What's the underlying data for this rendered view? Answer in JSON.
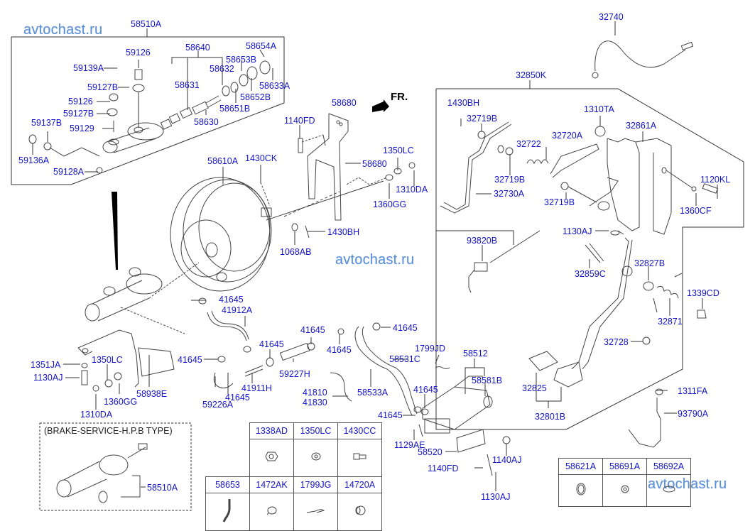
{
  "watermarks": [
    "avtochast.ru",
    "avtochast.ru",
    "avtochast.ru"
  ],
  "direction_label": "FR.",
  "master_cylinder_group": {
    "assembly": "58510A",
    "labels": [
      "59126",
      "59139A",
      "59127B",
      "59126",
      "59127B",
      "59137B",
      "59129",
      "59136A",
      "59128A",
      "58640",
      "58631",
      "58632",
      "58630",
      "58653B",
      "58654A",
      "58633A",
      "58652B",
      "58651B"
    ]
  },
  "booster_group": {
    "labels": [
      "58610A",
      "1430CK",
      "1068AB",
      "1430BH",
      "1140FD",
      "58680",
      "58680",
      "1350LC",
      "1310DA",
      "1360GG"
    ]
  },
  "pedal_group": {
    "assembly": "32850K",
    "cable": "32740",
    "labels": [
      "1430BH",
      "32719B",
      "32719B",
      "32730A",
      "32722",
      "32720A",
      "32719B",
      "1310TA",
      "32861A",
      "1120KL",
      "1360CF",
      "1130AJ",
      "32859C",
      "32827B",
      "32871",
      "1339CD",
      "32728",
      "32825",
      "32801B"
    ]
  },
  "switch_labels": [
    "93820B",
    "1311FA",
    "93790A"
  ],
  "hose_group": {
    "labels": [
      "41645",
      "41912A",
      "41645",
      "41645",
      "41645",
      "41911H",
      "41645",
      "59227H",
      "59226A",
      "41645",
      "41645",
      "58531C",
      "58533A",
      "1799JD",
      "41810",
      "41830",
      "41645",
      "41645"
    ]
  },
  "bracket_group": {
    "labels": [
      "1351JA",
      "1130AJ",
      "1350LC",
      "1360GG",
      "1310DA",
      "58938E"
    ]
  },
  "reservoir_group": {
    "labels": [
      "58512",
      "58581B",
      "1129AE",
      "58520",
      "1140AJ",
      "1140FD",
      "1130AJ"
    ]
  },
  "hpb_inset": {
    "title": "(BRAKE-SERVICE-H.P.B TYPE)",
    "assembly": "58510A"
  },
  "parts_table_1": {
    "row1": [
      "1338AD",
      "1350LC",
      "1430CC"
    ],
    "row2": [
      "58653",
      "1472AK",
      "1799JG",
      "14720A"
    ]
  },
  "parts_table_2": {
    "row1": [
      "58621A",
      "58691A",
      "58692A"
    ]
  }
}
